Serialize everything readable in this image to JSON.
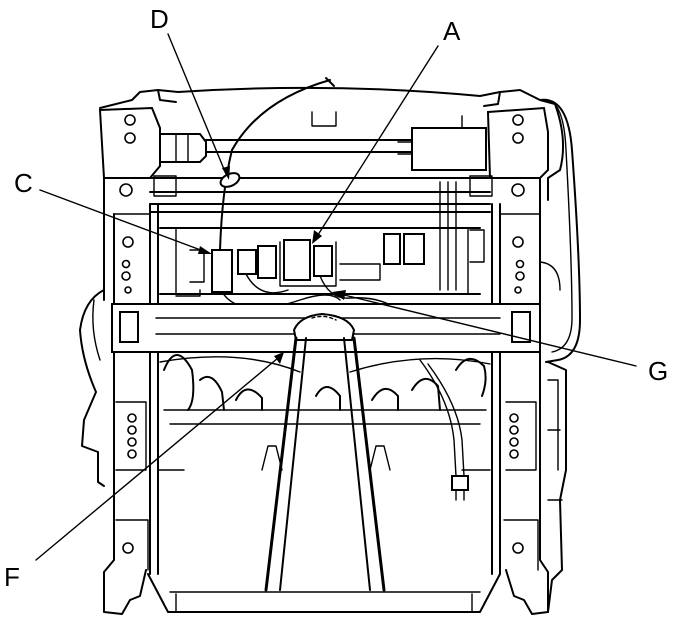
{
  "diagram": {
    "callouts": [
      {
        "id": "A",
        "label": "A"
      },
      {
        "id": "C",
        "label": "C"
      },
      {
        "id": "D",
        "label": "D"
      },
      {
        "id": "F",
        "label": "F"
      },
      {
        "id": "G",
        "label": "G"
      }
    ]
  }
}
